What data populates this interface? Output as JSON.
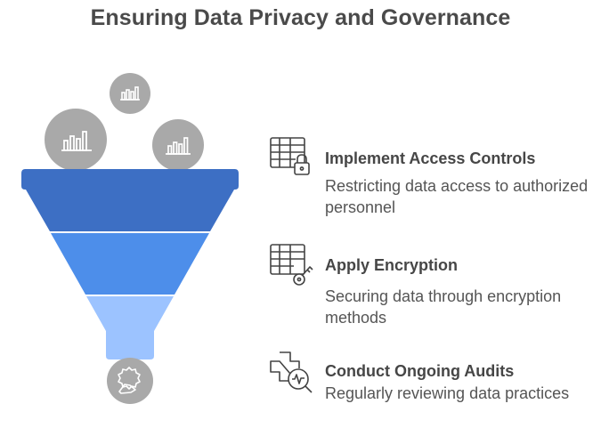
{
  "title": "Ensuring Data Privacy and Governance",
  "colors": {
    "funnel_top": "#3d6fc4",
    "funnel_middle": "#4d8eea",
    "funnel_bottom": "#9cc3ff",
    "bubble": "#a9a9a9",
    "icon_stroke": "#444444",
    "text": "#4a4a4a"
  },
  "funnel": {
    "input_bubbles": [
      {
        "icon": "bar-chart-icon"
      },
      {
        "icon": "bar-chart-icon"
      },
      {
        "icon": "bar-chart-icon"
      }
    ],
    "output_bubble": {
      "icon": "gear-hand-icon"
    }
  },
  "items": [
    {
      "title": "Implement Access Controls",
      "description": "Restricting data access to authorized personnel",
      "icon": "table-lock-icon"
    },
    {
      "title": "Apply Encryption",
      "description": "Securing data through encryption methods",
      "icon": "table-key-icon"
    },
    {
      "title": "Conduct Ongoing Audits",
      "description": "Regularly reviewing data practices",
      "icon": "medical-search-icon"
    }
  ]
}
